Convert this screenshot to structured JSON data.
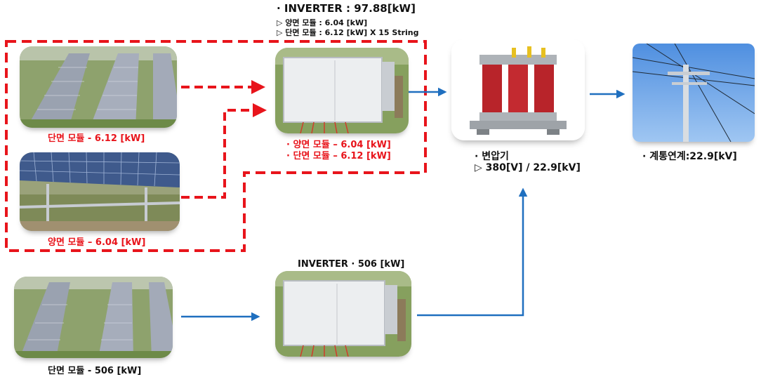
{
  "inverter_group": {
    "title": "· INVERTER : 97.88[kW]",
    "line1": "▷ 양면 모듈 : 6.04 [kW]",
    "line2": "▷ 단면 모듈 : 6.12 [kW] X 15 String"
  },
  "modules": {
    "mono_top": "단면 모듈 - 6.12 [kW]",
    "bifacial": "양면 모듈 – 6.04 [kW]",
    "mono_bottom": "단면 모듈 - 506 [kW]"
  },
  "inverter_top": {
    "line1": "· 양면 모듈 – 6.04 [kW]",
    "line2": "· 단면 모듈 – 6.12 [kW]"
  },
  "inverter_bottom": {
    "label": "INVERTER · 506 [kW]"
  },
  "transformer": {
    "line1": "· 변압기",
    "line2": "▷ 380[V] / 22.9[kV]"
  },
  "grid": {
    "label": "· 계통연계:22.9[kV]"
  },
  "colors": {
    "dashed_red": "#e8141b",
    "arrow_blue": "#1f6fbf"
  }
}
